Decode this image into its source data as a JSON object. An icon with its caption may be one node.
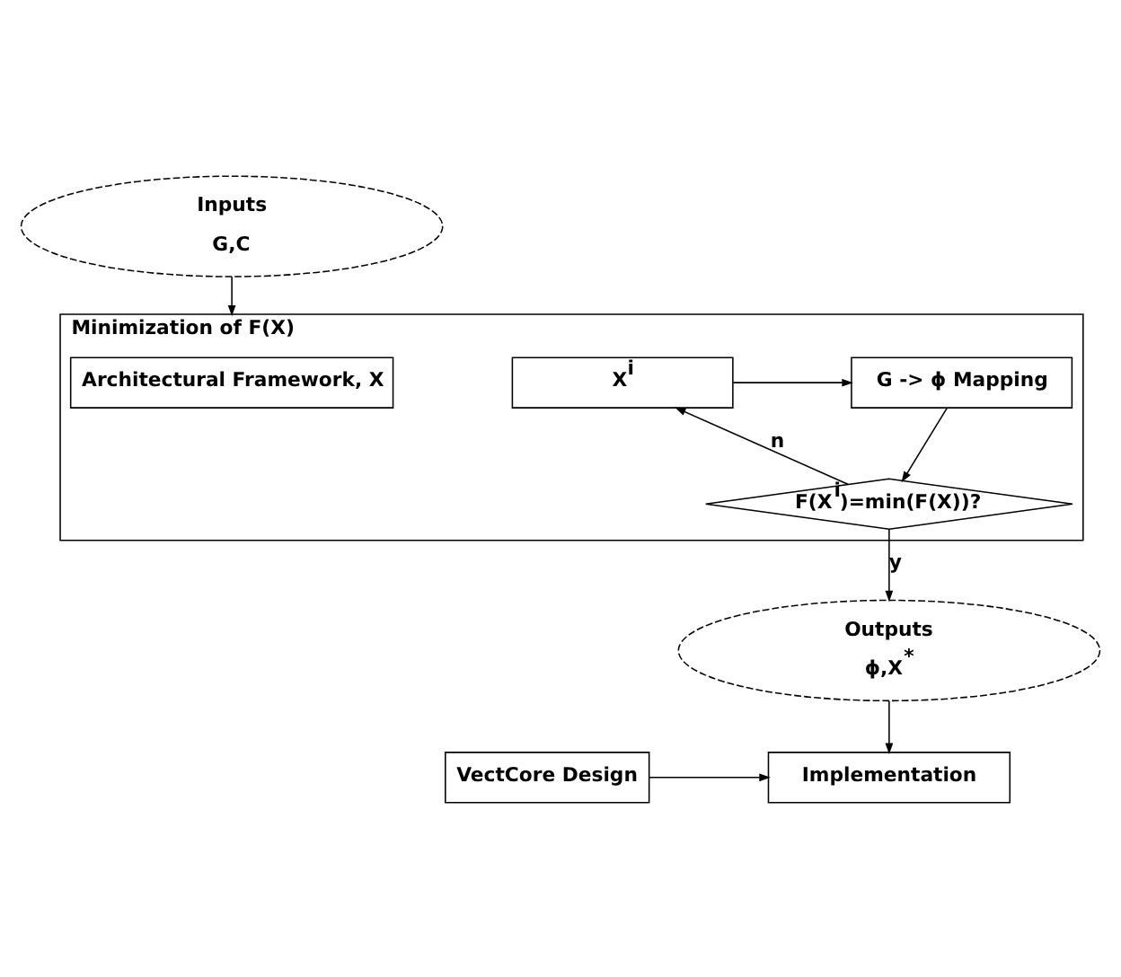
{
  "diagram": {
    "nodes": [
      {
        "text": [
          "Inputs",
          "G,C"
        ]
      },
      {
        "text": [
          "Minimization of F(X)"
        ]
      },
      {
        "text": [
          "Architectural Framework, X"
        ],
        "in": 1
      },
      {
        "text": [
          "X$^{i}$"
        ],
        "in": 1
      },
      {
        "text": [
          "G -> ϕ Mapping"
        ],
        "in": 1
      },
      {
        "text": [
          "F(X$^{i}$)=min(F(X))?"
        ],
        "in": 1
      },
      {
        "text": [
          "Outputs",
          "ϕ,X$^{*}$"
        ]
      },
      {
        "text": [
          "VectCore Design"
        ]
      },
      {
        "text": [
          "Implementation"
        ]
      }
    ],
    "edges": [
      {
        "from": 0,
        "to": 1,
        "arrow": "to"
      },
      {
        "from": 3,
        "to": 4,
        "arrow": "to"
      },
      {
        "from": 4,
        "to": 5,
        "arrow": "to"
      },
      {
        "from": 5,
        "to": 3,
        "label": "n",
        "arrow": "to"
      },
      {
        "from": 5,
        "to": 6,
        "label": "y",
        "arrow": "to"
      },
      {
        "from": 6,
        "to": 8,
        "arrow": "to"
      },
      {
        "from": 7,
        "to": 8,
        "arrow": "to"
      }
    ]
  }
}
